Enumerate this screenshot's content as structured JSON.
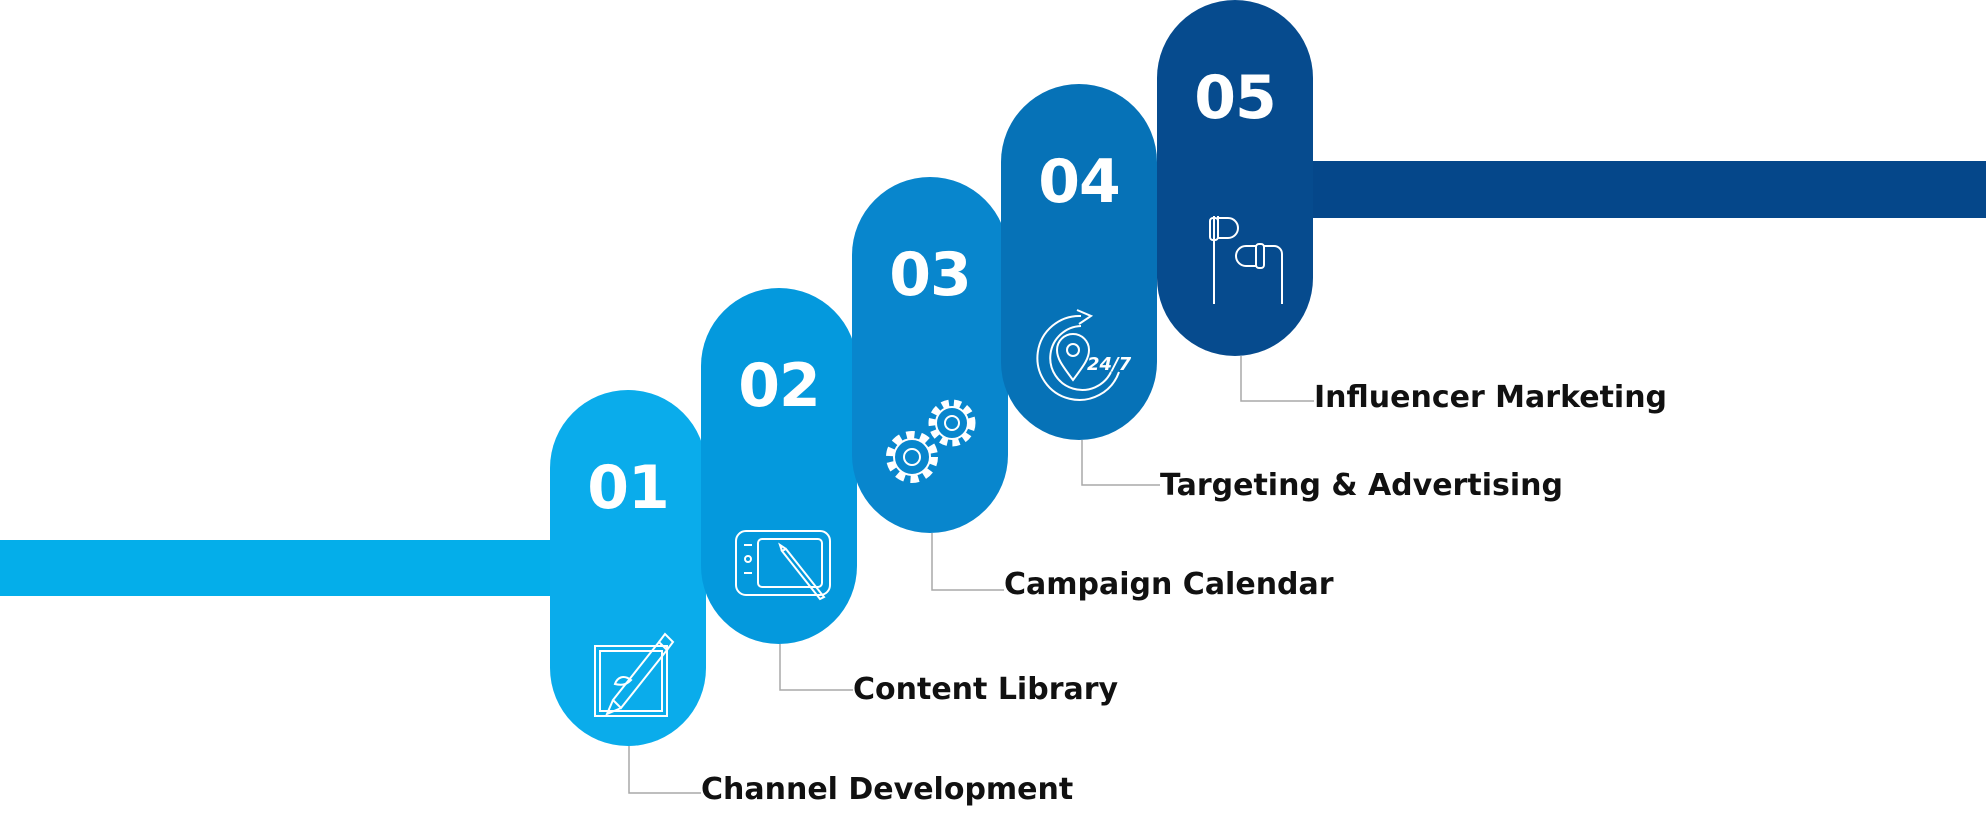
{
  "steps": [
    {
      "number": "01",
      "label": "Channel Development",
      "icon": "pen-tablet-icon",
      "color": "#0aaceb"
    },
    {
      "number": "02",
      "label": "Content Library",
      "icon": "drawing-tablet-icon",
      "color": "#0499dd"
    },
    {
      "number": "03",
      "label": "Campaign Calendar",
      "icon": "gears-icon",
      "color": "#0886cd"
    },
    {
      "number": "04",
      "label": "Targeting & Advertising",
      "icon": "location-24-7-icon",
      "color": "#0672b7"
    },
    {
      "number": "05",
      "label": "Influencer Marketing",
      "icon": "earphones-icon",
      "color": "#064b8e"
    }
  ],
  "icon_24_7": "24/7",
  "bar_colors": {
    "left": "#04aeea",
    "right": "#05478a"
  }
}
